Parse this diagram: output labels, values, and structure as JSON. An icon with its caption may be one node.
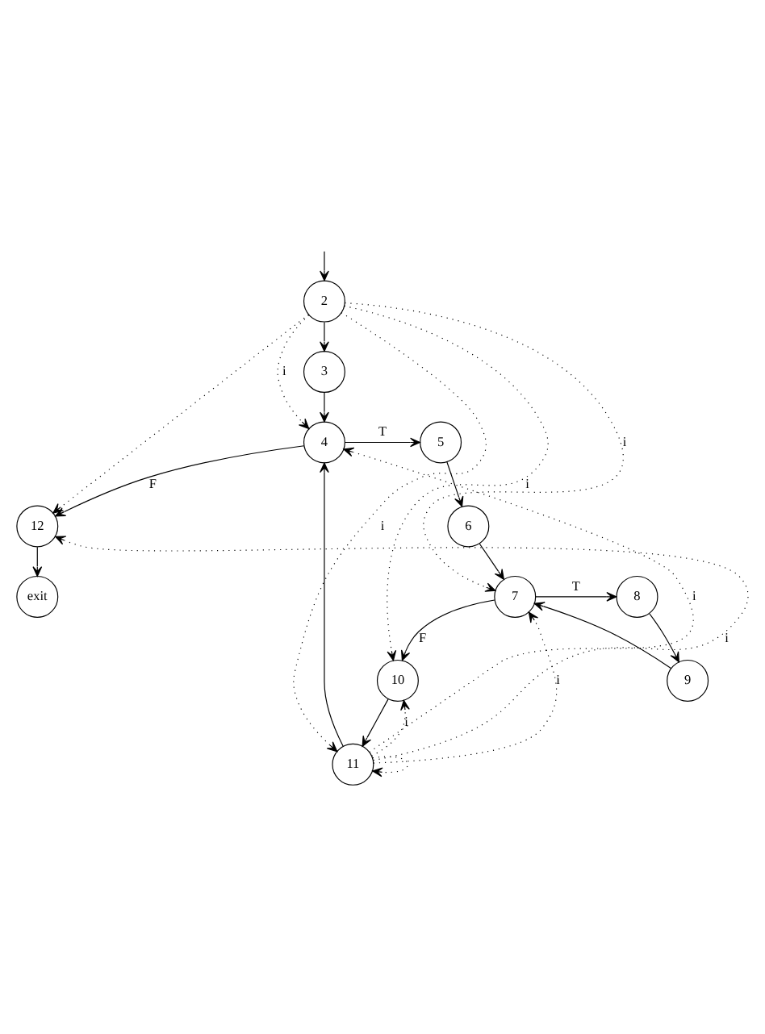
{
  "diagram": {
    "nodes": [
      {
        "text": [
          "2"
        ]
      },
      {
        "text": [
          "3"
        ]
      },
      {
        "text": [
          "4"
        ]
      },
      {
        "text": [
          "5"
        ]
      },
      {
        "text": [
          "12"
        ]
      },
      {
        "text": [
          "6"
        ]
      },
      {
        "text": [
          "exit"
        ]
      },
      {
        "text": [
          "7"
        ]
      },
      {
        "text": [
          "8"
        ]
      },
      {
        "text": [
          "10"
        ]
      },
      {
        "text": [
          "9"
        ]
      },
      {
        "text": [
          "11"
        ]
      }
    ],
    "edges": [
      {
        "from": null,
        "to": 0,
        "arrow": "to"
      },
      {
        "from": 0,
        "to": 1,
        "arrow": "to"
      },
      {
        "from": 1,
        "to": 2,
        "arrow": "to"
      },
      {
        "from": 2,
        "to": 3,
        "arrow": "to",
        "label": "T"
      },
      {
        "from": 2,
        "to": 4,
        "arrow": "to",
        "label": "F"
      },
      {
        "from": 3,
        "to": 5,
        "arrow": "to"
      },
      {
        "from": 5,
        "to": 7,
        "arrow": "to"
      },
      {
        "from": 4,
        "to": 6,
        "arrow": "to"
      },
      {
        "from": 7,
        "to": 8,
        "arrow": "to",
        "label": "T"
      },
      {
        "from": 7,
        "to": 9,
        "arrow": "to",
        "label": "F"
      },
      {
        "from": 8,
        "to": 10,
        "arrow": "to"
      },
      {
        "from": 10,
        "to": 7,
        "arrow": "to"
      },
      {
        "from": 9,
        "to": 11,
        "arrow": "to"
      },
      {
        "from": 11,
        "to": 2,
        "arrow": "to"
      },
      {
        "from": 0,
        "to": 7,
        "arrow": "to",
        "style": "dashed",
        "label": "i"
      },
      {
        "from": 0,
        "to": 2,
        "arrow": "to",
        "style": "dashed",
        "label": "i"
      },
      {
        "from": 0,
        "to": 4,
        "arrow": "to",
        "style": "dashed"
      },
      {
        "from": 0,
        "to": 9,
        "arrow": "to",
        "style": "dashed",
        "label": "i"
      },
      {
        "from": 0,
        "to": 11,
        "arrow": "to",
        "style": "dashed",
        "label": "i"
      },
      {
        "from": 11,
        "to": 2,
        "arrow": "to",
        "style": "dashed",
        "label": "i"
      },
      {
        "from": 11,
        "to": 4,
        "arrow": "to",
        "style": "dashed",
        "label": "i"
      },
      {
        "from": 11,
        "to": 7,
        "arrow": "to",
        "style": "dashed",
        "label": "i"
      },
      {
        "from": 11,
        "to": 9,
        "arrow": "to",
        "style": "dashed",
        "label": "i"
      },
      {
        "from": 11,
        "to": 11,
        "arrow": "to",
        "style": "dashed"
      }
    ]
  }
}
